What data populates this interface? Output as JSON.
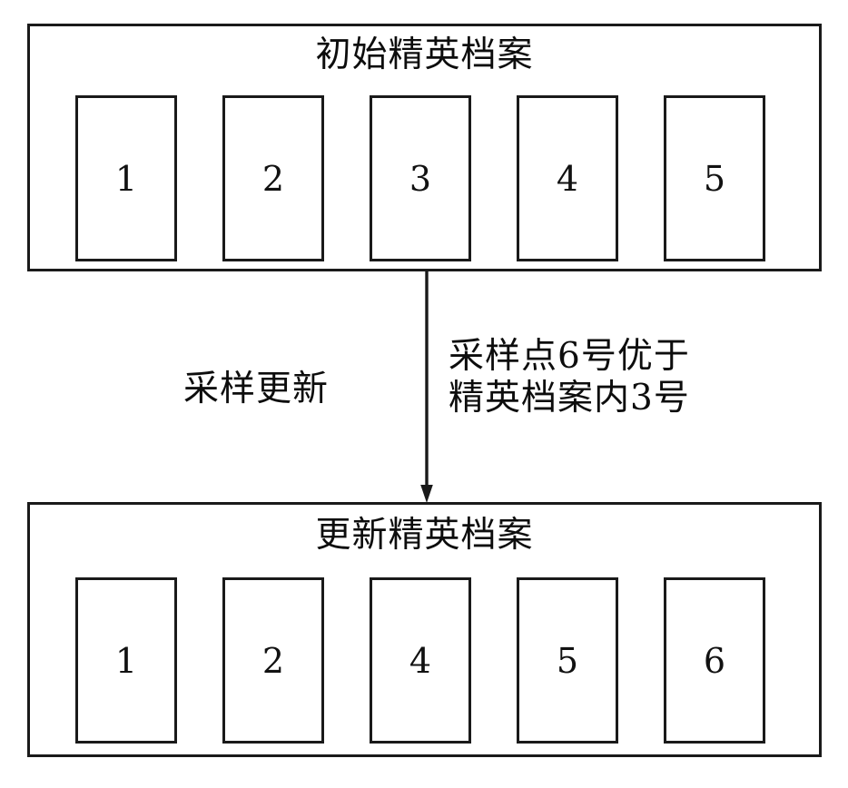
{
  "diagram": {
    "type": "flow-diagram",
    "background_color": "#ffffff",
    "line_color": "#1a1a1a",
    "text_color": "#0d0d0d",
    "top_archive": {
      "title": "初始精英档案",
      "cells": [
        "1",
        "2",
        "3",
        "4",
        "5"
      ]
    },
    "bottom_archive": {
      "title": "更新精英档案",
      "cells": [
        "1",
        "2",
        "4",
        "5",
        "6"
      ]
    },
    "arrow": {
      "icon": "down-arrow-icon",
      "direction": "down",
      "from": "top_archive",
      "to": "bottom_archive"
    },
    "annotations": {
      "left_label": "采样更新",
      "right_note_line1": "采样点6号优于",
      "right_note_line2": "精英档案内3号"
    }
  }
}
